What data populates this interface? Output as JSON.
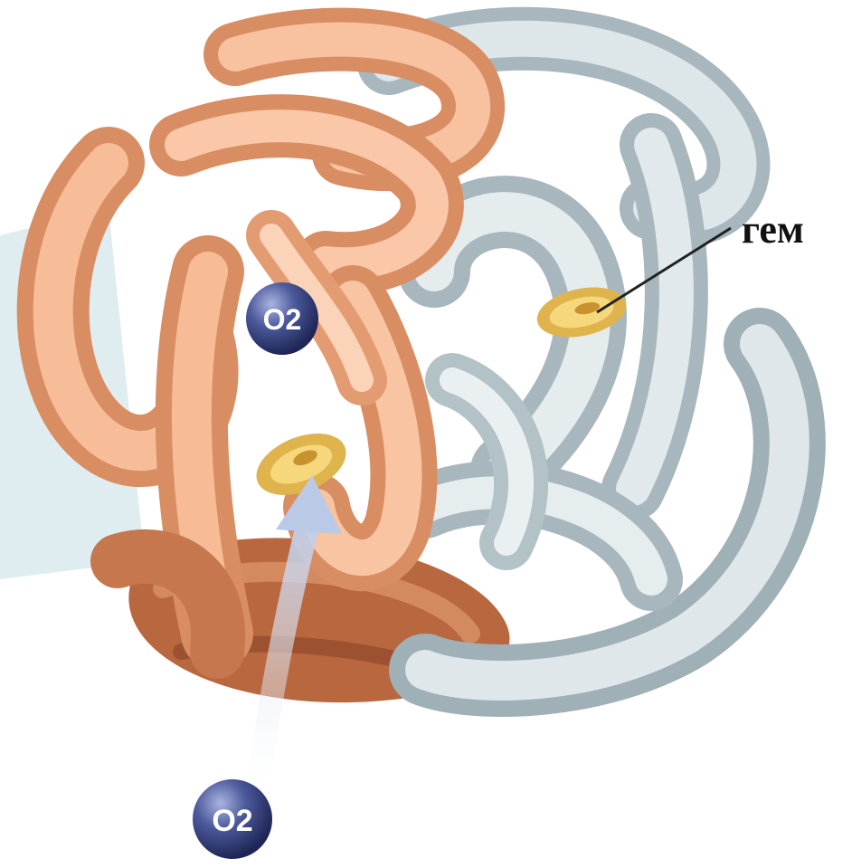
{
  "labels": {
    "heme": "гем",
    "oxygen_bound": "O2",
    "oxygen_free": "O2"
  },
  "colors": {
    "alpha_chain": "#f2a77e",
    "alpha_chain_dark": "#b8673f",
    "beta_chain": "#c9d6da",
    "beta_chain_dark": "#8fa2a8",
    "heme": "#f1c860",
    "oxygen": "#3c4a8c",
    "shadow": "#c7dde3"
  }
}
